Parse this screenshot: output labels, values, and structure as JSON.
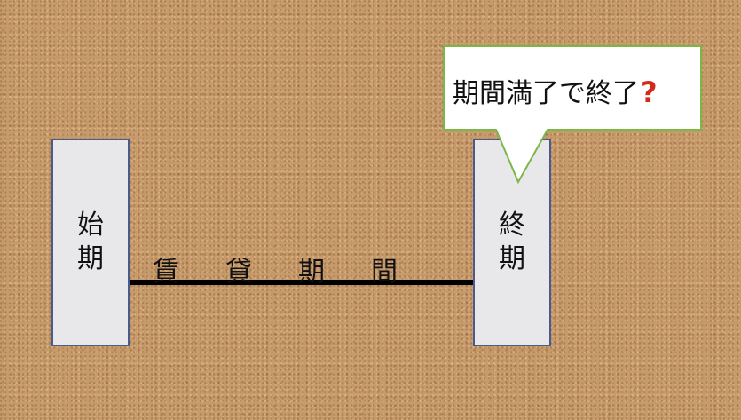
{
  "start_box": {
    "text": "始期"
  },
  "end_box": {
    "text": "終期"
  },
  "timeline": {
    "label": "賃貸期間"
  },
  "callout": {
    "text": "期間満了で終了",
    "icon": "question-mark-icon",
    "icon_glyph": "?",
    "icon_color": "#d42a1a",
    "border_color": "#7ab648"
  }
}
